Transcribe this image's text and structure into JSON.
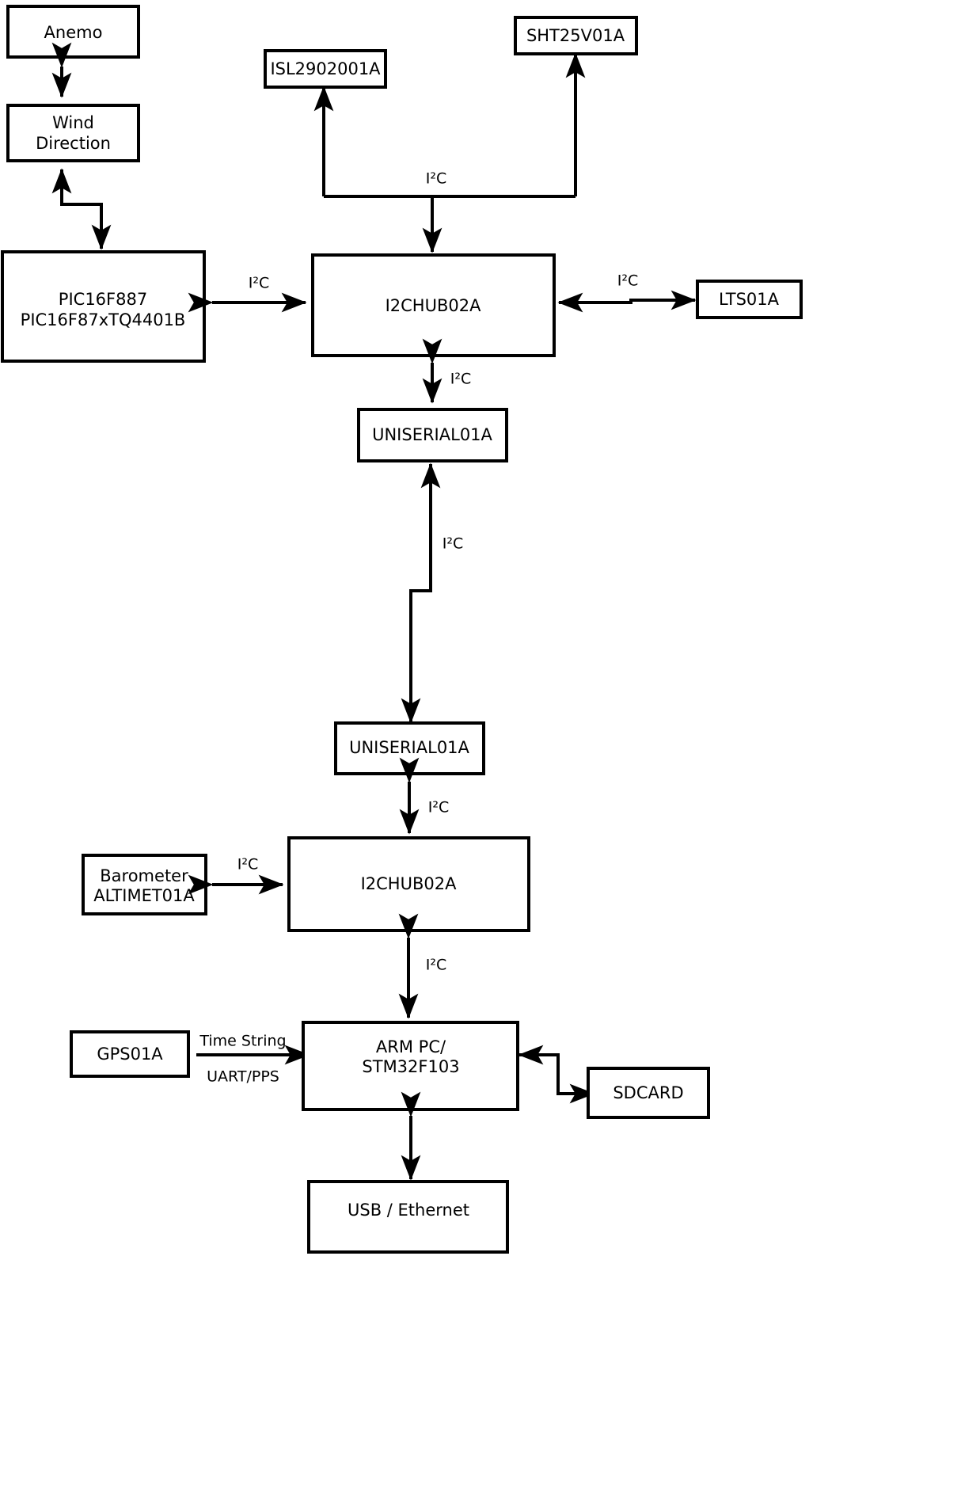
{
  "diagram": {
    "title": "Weather station sensor block diagram",
    "background_color": "#ffffff",
    "line_color": "#000000",
    "nodes": {
      "anemo": {
        "label": "Anemo"
      },
      "wind_direction_line1": {
        "label": "Wind"
      },
      "wind_direction_line2": {
        "label": "Direction"
      },
      "pic_line1": {
        "label": "PIC16F887"
      },
      "pic_line2": {
        "label": "PIC16F87xTQ4401B"
      },
      "isl": {
        "label": "ISL2902001A"
      },
      "sht": {
        "label": "SHT25V01A"
      },
      "hub_top": {
        "label": "I2CHUB02A"
      },
      "lts": {
        "label": "LTS01A"
      },
      "uniserial_top": {
        "label": "UNISERIAL01A"
      },
      "uniserial_bottom": {
        "label": "UNISERIAL01A"
      },
      "hub_bottom": {
        "label": "I2CHUB02A"
      },
      "barometer_line1": {
        "label": "Barometer"
      },
      "barometer_line2": {
        "label": "ALTIMET01A"
      },
      "gps": {
        "label": "GPS01A"
      },
      "arm_line1": {
        "label": "ARM PC/"
      },
      "arm_line2": {
        "label": "STM32F103"
      },
      "sdcard": {
        "label": "SDCARD"
      },
      "usb_eth": {
        "label": "USB / Ethernet"
      }
    },
    "edge_labels": {
      "i2c_top_bus": {
        "label": "I²C"
      },
      "i2c_pic_hub": {
        "label": "I²C"
      },
      "i2c_hub_lts": {
        "label": "I²C"
      },
      "i2c_hub_uniserial": {
        "label": "I²C"
      },
      "i2c_uniserial_link": {
        "label": "I²C"
      },
      "i2c_uniserial_hub_bottom": {
        "label": "I²C"
      },
      "i2c_barometer_hub": {
        "label": "I²C"
      },
      "i2c_hub_arm": {
        "label": "I²C"
      },
      "gps_time_string": {
        "label": "Time String"
      },
      "gps_uart_pps": {
        "label": "UART/PPS"
      }
    }
  }
}
